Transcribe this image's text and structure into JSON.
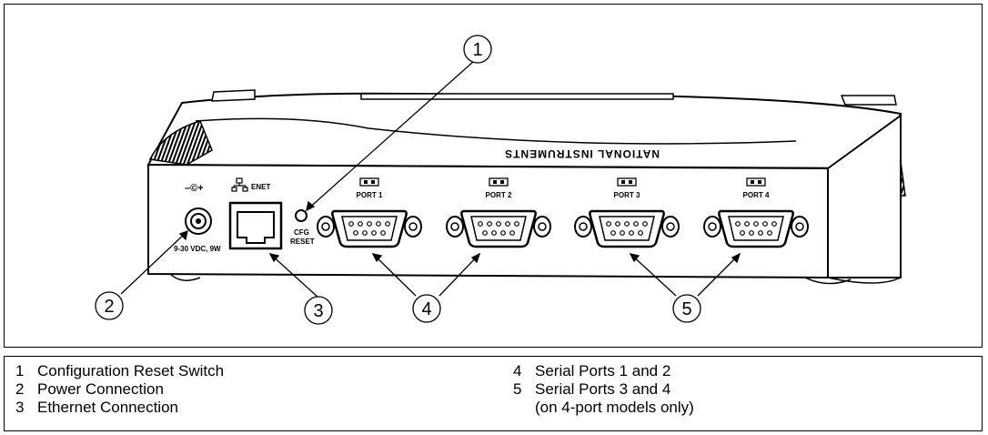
{
  "callouts": [
    "1",
    "2",
    "3",
    "4",
    "5"
  ],
  "panel_labels": {
    "power_symbol": "–©+",
    "enet": "ENET",
    "voltage": "9-30 VDC, 9W",
    "cfg": "CFG",
    "reset": "RESET",
    "port1": "PORT 1",
    "port2": "PORT 2",
    "port3": "PORT 3",
    "port4": "PORT 4",
    "brand": "NATIONAL INSTRUMENTS"
  },
  "legend": {
    "left": [
      {
        "num": "1",
        "text": "Configuration Reset Switch"
      },
      {
        "num": "2",
        "text": "Power Connection"
      },
      {
        "num": "3",
        "text": "Ethernet Connection"
      }
    ],
    "right": [
      {
        "num": "4",
        "text": "Serial Ports 1 and 2"
      },
      {
        "num": "5",
        "text": "Serial Ports 3 and 4"
      },
      {
        "num": "",
        "text": "(on 4-port models only)"
      }
    ]
  }
}
